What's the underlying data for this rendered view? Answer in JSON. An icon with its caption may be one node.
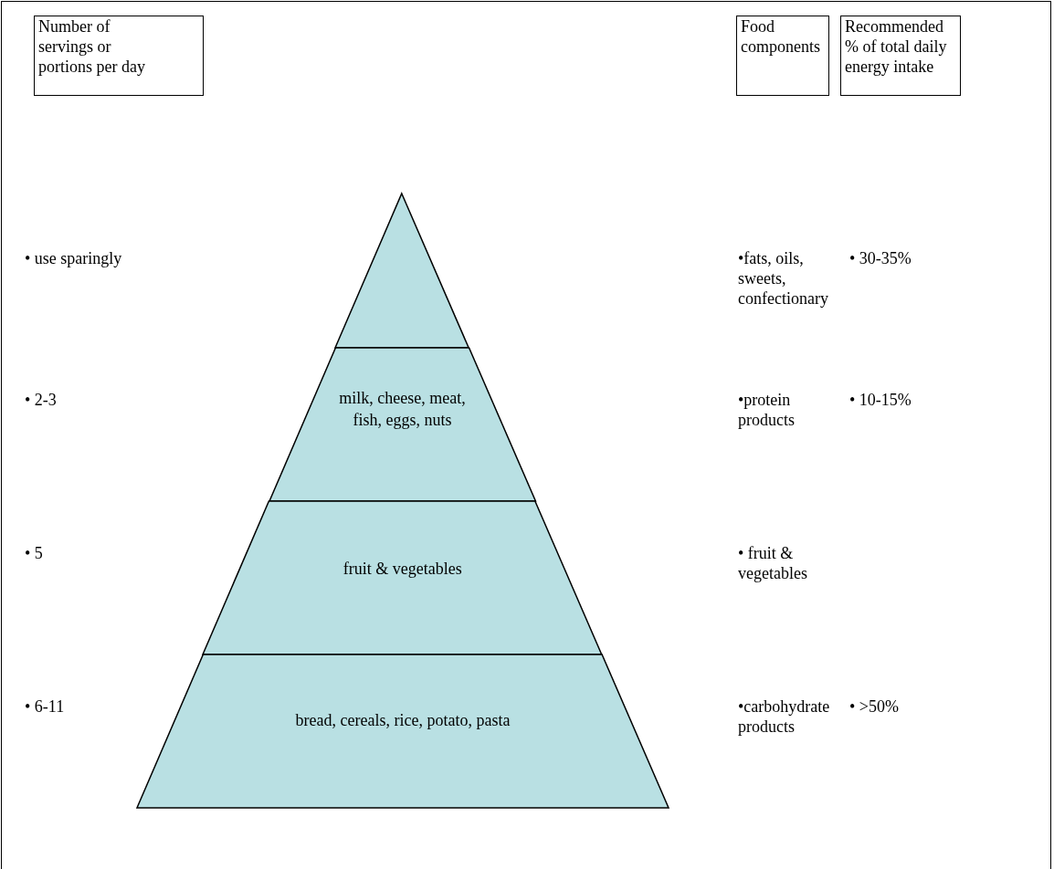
{
  "diagram": {
    "nodes": [
      {
        "text": [
          "Number of servings or portions per day"
        ]
      },
      {
        "text": [
          "Food components"
        ]
      },
      {
        "text": [
          "Recommended % of total daily energy intake"
        ]
      },
      {
        "text": [],
        "shape": "triangle"
      },
      {
        "text": [
          "milk, cheese, meat, fish, eggs, nuts"
        ]
      },
      {
        "text": [
          "fruit & vegetables"
        ]
      },
      {
        "text": [
          "bread, cereals, rice, potato, pasta"
        ]
      }
    ],
    "labels": [
      "• use sparingly",
      "•fats, oils, sweets, confectionary",
      "• 30-35%",
      "• 2-3",
      "•protein products",
      "• 10-15%",
      "• 5",
      "• fruit & vegetables",
      "• 6-11",
      "•carbohydrate products",
      "• >50%"
    ]
  }
}
